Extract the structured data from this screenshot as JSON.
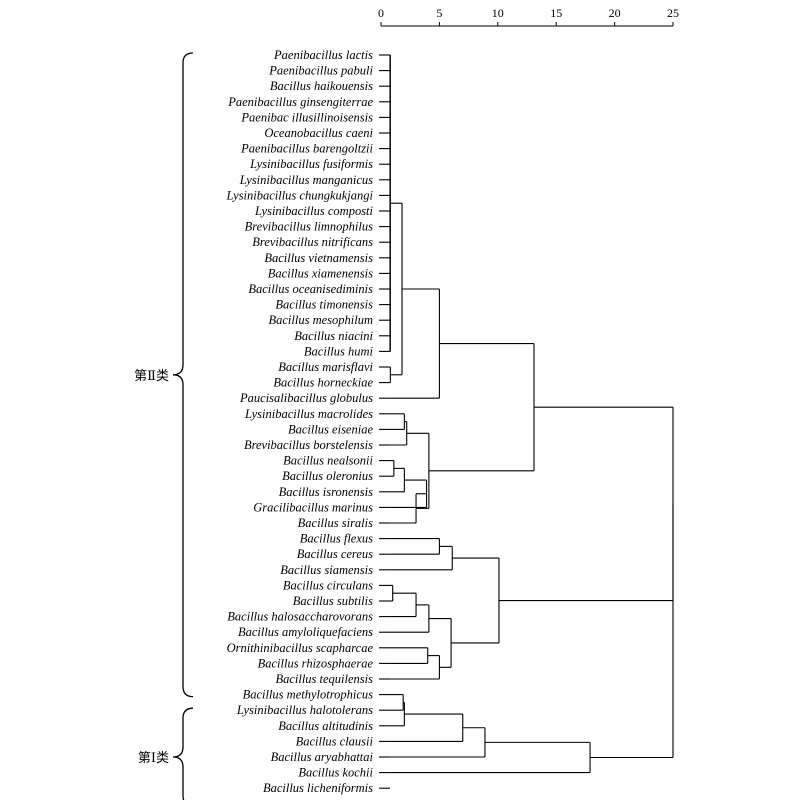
{
  "axis": {
    "ticks": [
      "0",
      "5",
      "10",
      "15",
      "20",
      "25"
    ]
  },
  "groups": [
    {
      "label": "第Ⅱ类",
      "first_leaf": 0,
      "last_leaf": 41
    },
    {
      "label": "第Ⅰ类",
      "first_leaf": 42,
      "last_leaf": 48
    }
  ],
  "leaves": [
    "Paenibacillus lactis",
    "Paenibacillus pabuli",
    "Bacillus  haikouensis",
    "Paenibacillus ginsengiterrae",
    "Paenibac illusillinoisensis",
    "Oceanobacillus caeni",
    "Paenibacillus barengoltzii",
    "Lysinibacillus fusiformis",
    "Lysinibacillus manganicus",
    "Lysinibacillus chungkukjangi",
    "Lysinibacillus composti",
    "Brevibacillus limnophilus",
    "Brevibacillus nitrificans",
    "Bacillus vietnamensis",
    "Bacillus xiamenensis",
    "Bacillus oceanisediminis",
    "Bacillus timonensis",
    "Bacillus mesophilum",
    "Bacillus niacini",
    "Bacillus humi",
    "Bacillus marisflavi",
    "Bacillus horneckiae",
    "Paucisalibacillus globulus",
    "Lysinibacillus macrolides",
    "Bacillus eiseniae",
    "Brevibacillus borstelensis",
    "Bacillus nealsonii",
    "Bacillus oleronius",
    "Bacillus isronensis",
    "Gracilibacillus marinus",
    "Bacillus siralis",
    "Bacillus flexus",
    "Bacillus cereus",
    "Bacillus siamensis",
    "Bacillus circulans",
    "Bacillus subtilis",
    "Bacillus halosaccharovorans",
    "Bacillus amyloliquefaciens",
    "Ornithinibacillus scapharcae",
    "Bacillus rhizosphaerae",
    "Bacillus tequilensis",
    "Bacillus methylotrophicus",
    "Lysinibacillus halotolerans",
    "Bacillus altitudinis",
    "Bacillus clausii",
    "Bacillus aryabhattai",
    "Bacillus kochii",
    "Bacillus licheniformis"
  ],
  "merges": [
    {
      "a": "L0",
      "b": "L19",
      "height": 0.8
    },
    {
      "a": "L20",
      "b": "L21",
      "height": 0.8
    },
    {
      "a": "M0",
      "b": "M1",
      "height": 1.8
    },
    {
      "a": "M2",
      "b": "L22",
      "height": 5.0
    },
    {
      "a": "L23",
      "b": "L24",
      "height": 2.0
    },
    {
      "a": "M4",
      "b": "L25",
      "height": 2.2
    },
    {
      "a": "L26",
      "b": "L27",
      "height": 1.1
    },
    {
      "a": "M6",
      "b": "L28",
      "height": 2.0
    },
    {
      "a": "M7",
      "b": "L29",
      "height": 3.9
    },
    {
      "a": "M8",
      "b": "L30",
      "height": 3.0
    },
    {
      "a": "M5",
      "b": "M9",
      "height": 4.1
    },
    {
      "a": "M3",
      "b": "M10",
      "height": 13.1
    },
    {
      "a": "L31",
      "b": "L32",
      "height": 5.0
    },
    {
      "a": "M12",
      "b": "L33",
      "height": 6.1
    },
    {
      "a": "L34",
      "b": "L35",
      "height": 1.0
    },
    {
      "a": "M14",
      "b": "L36",
      "height": 3.0
    },
    {
      "a": "M15",
      "b": "L37",
      "height": 4.1
    },
    {
      "a": "L38",
      "b": "L39",
      "height": 4.0
    },
    {
      "a": "M17",
      "b": "L40",
      "height": 5.0
    },
    {
      "a": "M16",
      "b": "M18",
      "height": 6.0
    },
    {
      "a": "M13",
      "b": "M19",
      "height": 10.1
    },
    {
      "a": "M11",
      "b": "M20",
      "height": 25.0
    },
    {
      "a": "L41",
      "b": "L42",
      "height": 1.9
    },
    {
      "a": "M22",
      "b": "L43",
      "height": 2.0
    },
    {
      "a": "M23",
      "b": "L44",
      "height": 7.0
    },
    {
      "a": "M24",
      "b": "L45",
      "height": 8.9
    },
    {
      "a": "M25",
      "b": "L46",
      "height": 17.9
    },
    {
      "a": "M26",
      "b": "M21",
      "height": 25.0
    }
  ]
}
